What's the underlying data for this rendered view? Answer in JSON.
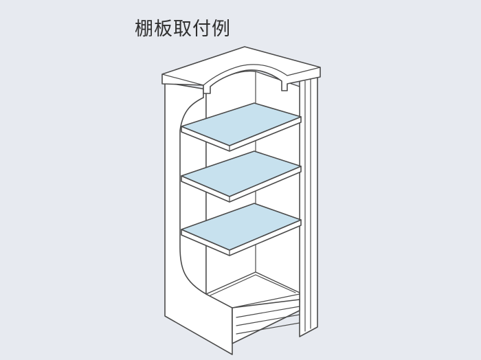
{
  "title": "棚板取付例",
  "colors": {
    "background": "#e7eaf0",
    "shelf": "#c7e1ee",
    "outline": "#4a4a4a",
    "cabinet": "#ffffff"
  },
  "illustration": {
    "subject": "showcase-cabinet",
    "shelf_count": 3
  }
}
